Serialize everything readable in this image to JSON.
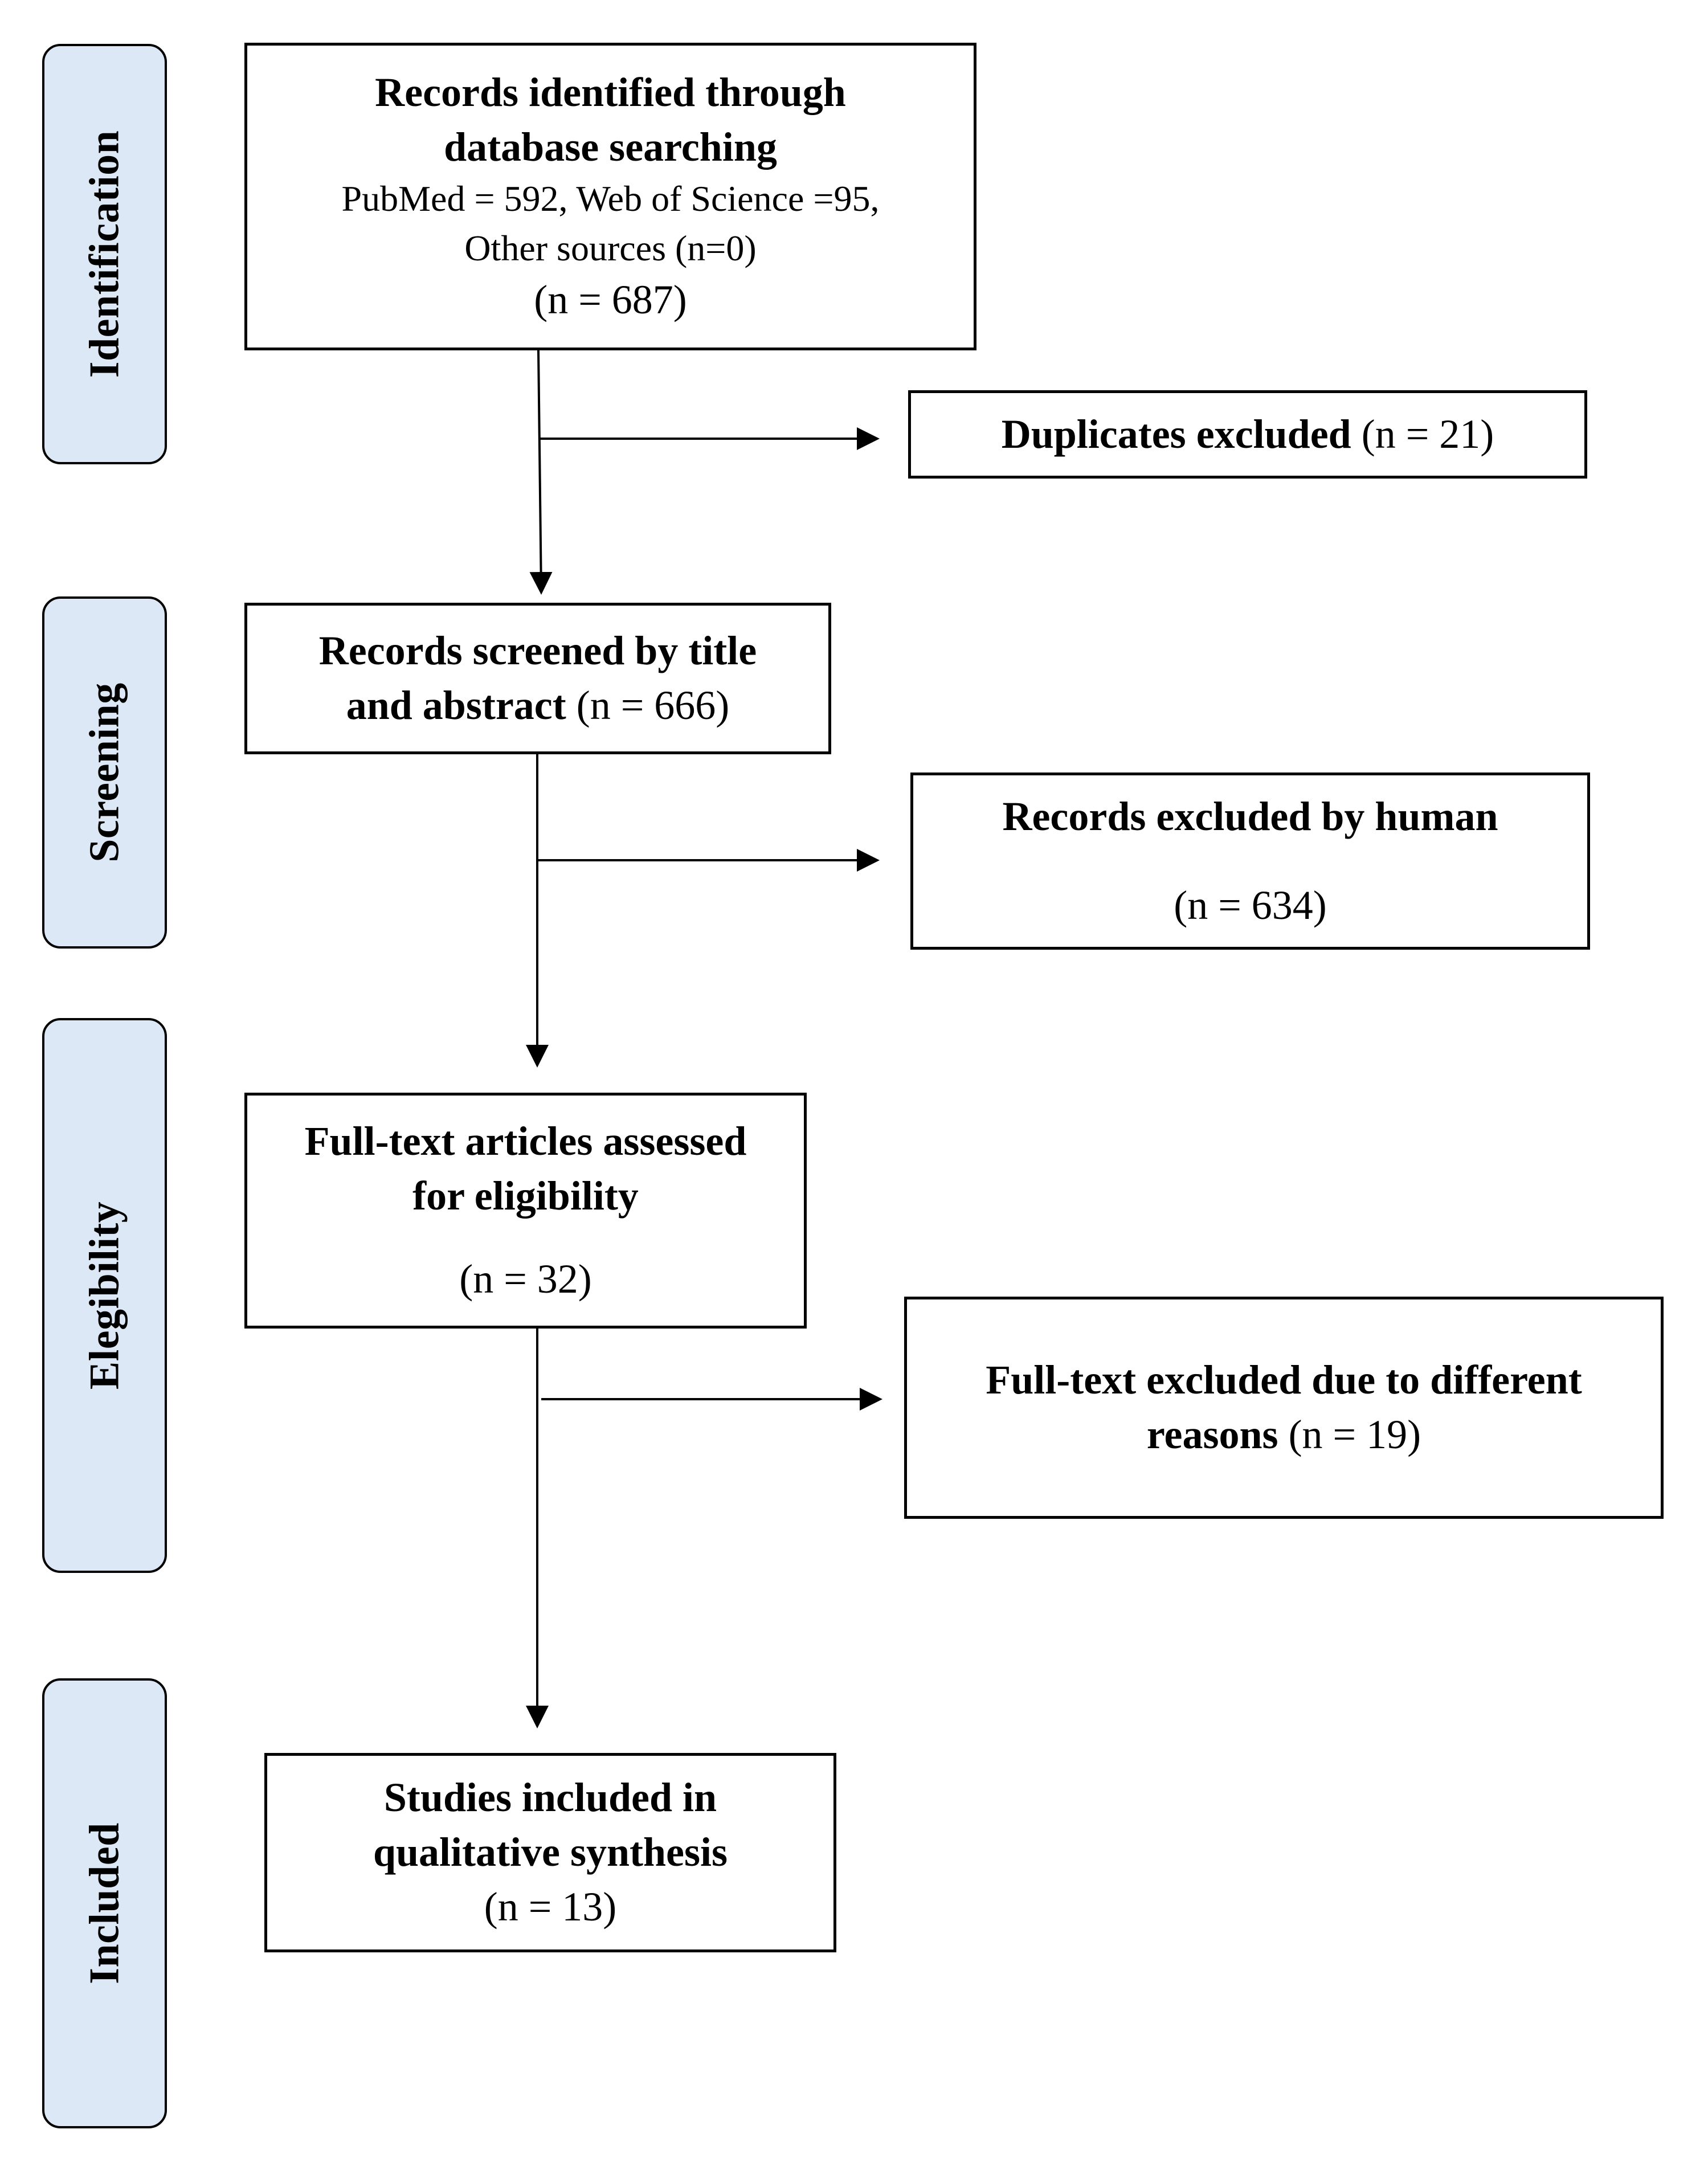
{
  "phases": {
    "identification": "Identification",
    "screening": "Screening",
    "eligibility": "Elegibility",
    "included": "Included"
  },
  "boxes": {
    "identified": {
      "title_line1": "Records identified through",
      "title_line2": "database searching",
      "sources_line1": "PubMed = 592, Web of Science =95,",
      "sources_line2": "Other sources (n=0)",
      "count": "(n = 687)"
    },
    "duplicates": {
      "title": "Duplicates excluded",
      "count": "(n = 21)"
    },
    "screened": {
      "title_line1": "Records screened by title",
      "title_line2": "and abstract",
      "count": "(n = 666)"
    },
    "excluded_human": {
      "title": "Records excluded by human",
      "count": "(n = 634)"
    },
    "fulltext": {
      "title_line1": "Full-text articles assessed",
      "title_line2": "for eligibility",
      "count": "(n = 32)"
    },
    "fulltext_excluded": {
      "title_line1": "Full-text excluded due to different",
      "title_line2": "reasons",
      "count": "(n = 19)"
    },
    "included": {
      "title_line1": "Studies included in",
      "title_line2": "qualitative synthesis",
      "count": "(n = 13)"
    }
  }
}
